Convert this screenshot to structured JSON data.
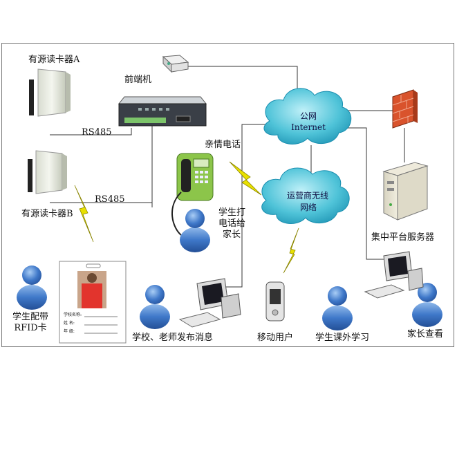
{
  "labels": {
    "reader_a": "有源读卡器A",
    "reader_b": "有源读卡器B",
    "front_end": "前端机",
    "rs485_top": "RS485",
    "rs485_bottom": "RS485",
    "phone_call": "亲情电话",
    "student_call_1": "学生打",
    "student_call_2": "电话给",
    "student_call_3": "家长",
    "internet_1": "公网",
    "internet_2": "Internet",
    "wireless_1": "运营商无线",
    "wireless_2": "网络",
    "server": "集中平台服务器",
    "rfid_1": "学生配带",
    "rfid_2": "RFID卡",
    "school": "学校、老师发布消息",
    "mobile": "移动用户",
    "student_study": "学生课外学习",
    "parent_view": "家长查看"
  },
  "id_card": {
    "line1": "学校名称:",
    "line2": "姓  名:",
    "line3": "年  级:"
  },
  "colors": {
    "cloud": "#4fc3d8",
    "person": "#3f78c9",
    "lightning": "#e8e000",
    "phone": "#7fbf3f",
    "firewall": "#d9532c"
  }
}
